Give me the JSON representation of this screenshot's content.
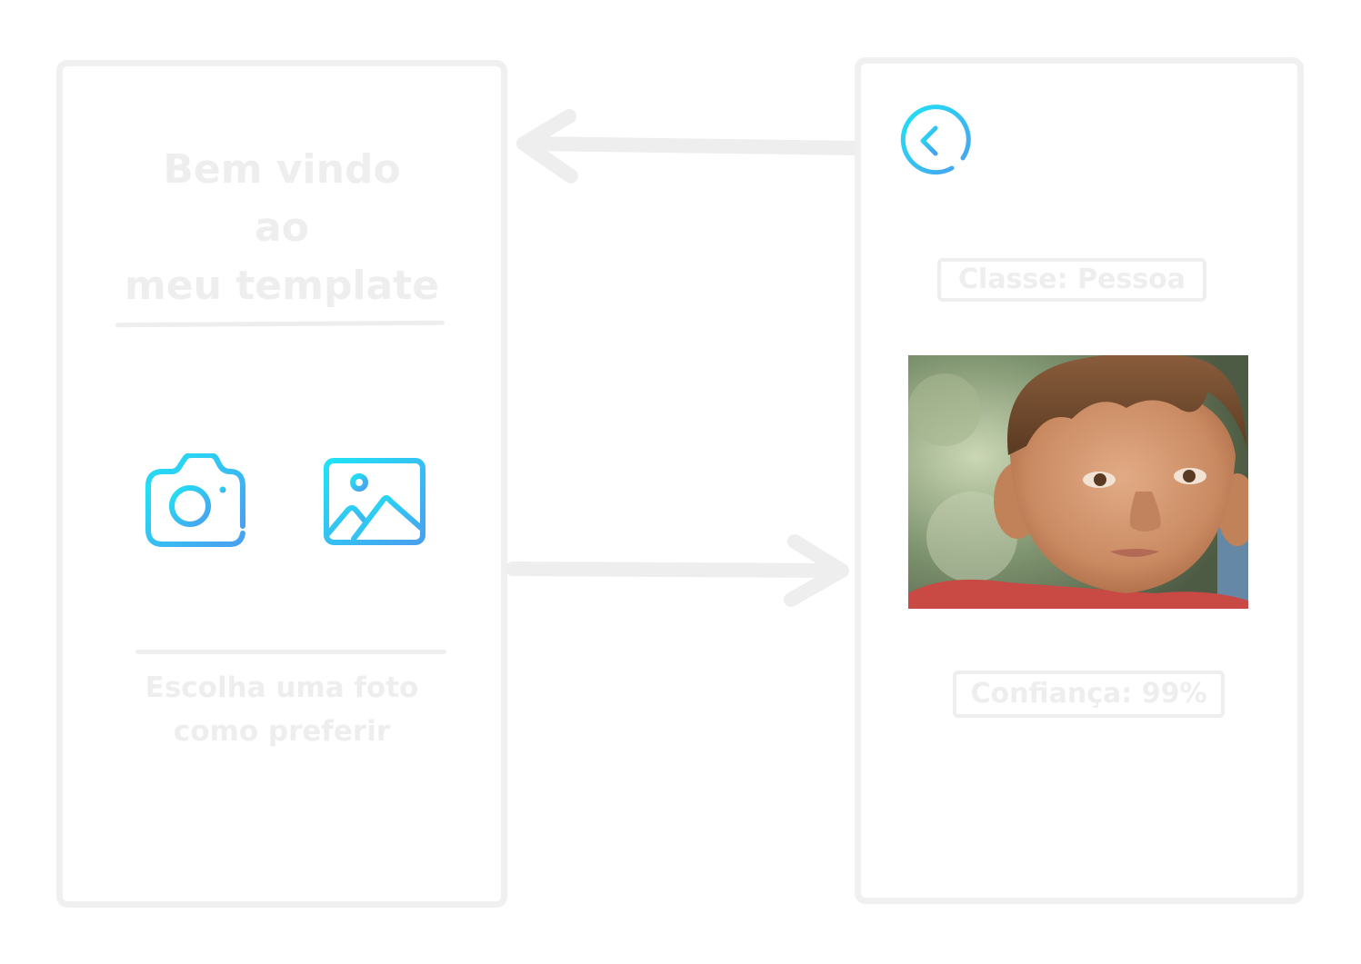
{
  "welcome_screen": {
    "title_lines": [
      "Bem vindo",
      "ao",
      "meu template"
    ],
    "hint_lines": [
      "Escolha uma foto",
      "como preferir"
    ]
  },
  "result_screen": {
    "class_label": "Classe: Pessoa",
    "confidence_label": "Confiança: 99%"
  },
  "colors": {
    "accent_gradient_start": "#1fdcf5",
    "accent_gradient_end": "#4a9ff0",
    "sketch_gray": "#eeeeee"
  },
  "icons": {
    "camera": "camera-icon",
    "gallery": "image-icon",
    "back": "arrow-left-circle-icon"
  }
}
